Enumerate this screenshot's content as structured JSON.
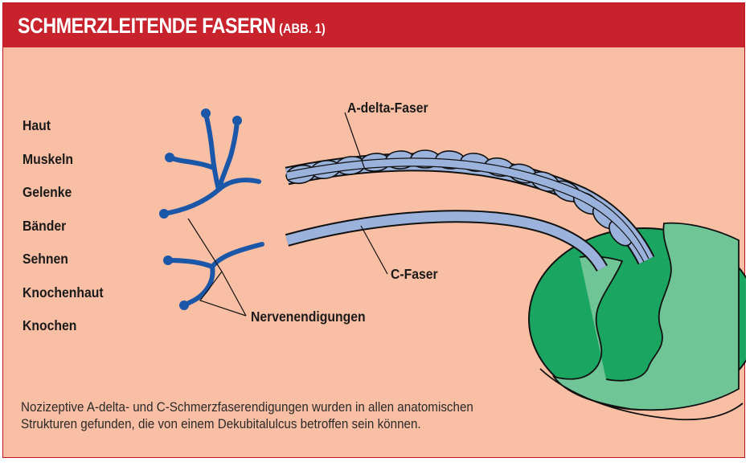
{
  "header": {
    "title": "SCHMERZLEITENDE FASERN",
    "figure_ref": "(ABB. 1)"
  },
  "structures": [
    "Haut",
    "Muskeln",
    "Gelenke",
    "Bänder",
    "Sehnen",
    "Knochenhaut",
    "Knochen"
  ],
  "labels": {
    "a_delta": "A-delta-Faser",
    "c_fiber": "C-Faser",
    "nerve_endings": "Nervenendigungen"
  },
  "caption": "Nozizeptive A-delta- und C-Schmerzfaserendigungen wurden in allen anatomischen Strukturen gefunden, die von einem Dekubitalulcus betroffen sein können.",
  "colors": {
    "header": "#c8222c",
    "background": "#f9bfa4",
    "nerve_endings": "#1b57a8",
    "fiber_fill": "#9bb3dc",
    "spinal_cord_outer": "#1aa560",
    "spinal_cord_inner": "#70c596"
  }
}
